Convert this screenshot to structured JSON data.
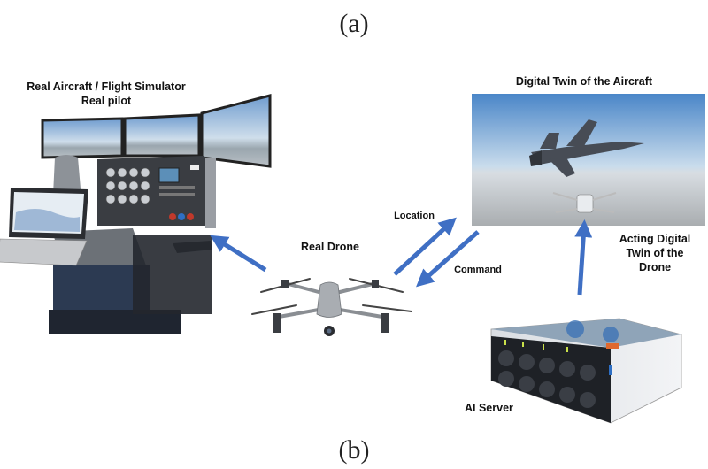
{
  "figure": {
    "caption_top": "(a)",
    "caption_bottom": "(b)"
  },
  "labels": {
    "simulator_line1": "Real Aircraft / Flight Simulator",
    "simulator_line2": "Real pilot",
    "digital_twin_aircraft": "Digital Twin of the Aircraft",
    "location": "Location",
    "command": "Command",
    "real_drone": "Real Drone",
    "acting_line1": "Acting Digital",
    "acting_line2": "Twin of the",
    "acting_line3": "Drone",
    "ai_server": "AI Server"
  },
  "colors": {
    "arrow": "#3f6fc4",
    "sky_top": "#4a86c8",
    "sky_bottom": "#c9dcec",
    "ground": "#a9adb0"
  }
}
